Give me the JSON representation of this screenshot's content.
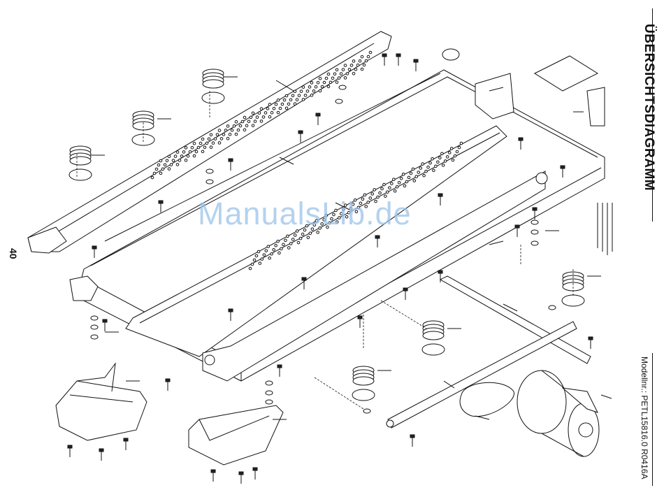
{
  "page": {
    "page_number": "40",
    "title": "ÜBERSICHTSDIAGRAMM",
    "model_info": "Modellnr.: PETL15816.0 R0416A",
    "watermark": "ManualsLib.de"
  },
  "diagram": {
    "type": "exploded parts diagram",
    "colors": {
      "line": "#111111",
      "watermark": "#9cc3ea"
    }
  }
}
